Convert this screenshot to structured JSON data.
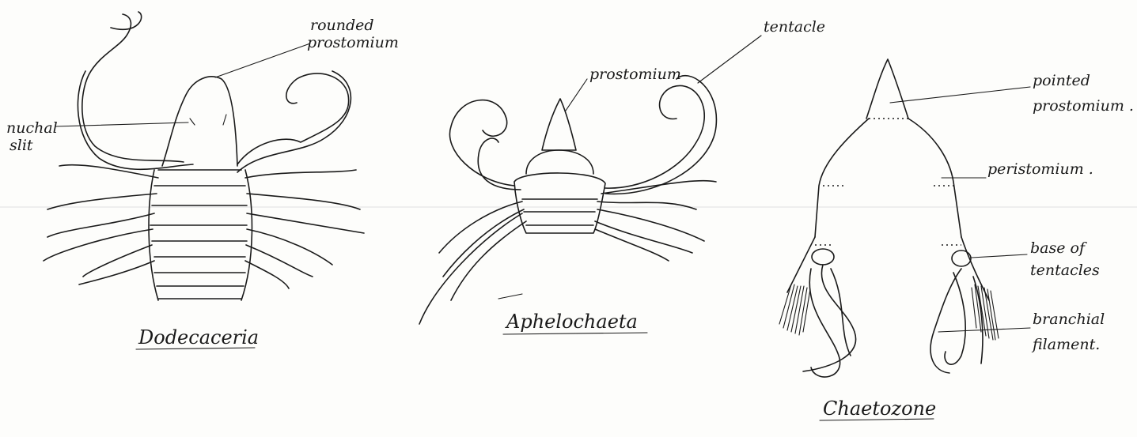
{
  "drawings": [
    {
      "title": "Dodecaceria",
      "labels": [
        "rounded prostomium",
        "nuchal slit"
      ]
    },
    {
      "title": "Aphelochaeta",
      "labels": [
        "prostomium",
        "tentacle"
      ]
    },
    {
      "title": "Chaetozone",
      "labels": [
        "pointed prostomium .",
        "peristomium .",
        "base of tentacles",
        "branchial filament."
      ]
    }
  ]
}
